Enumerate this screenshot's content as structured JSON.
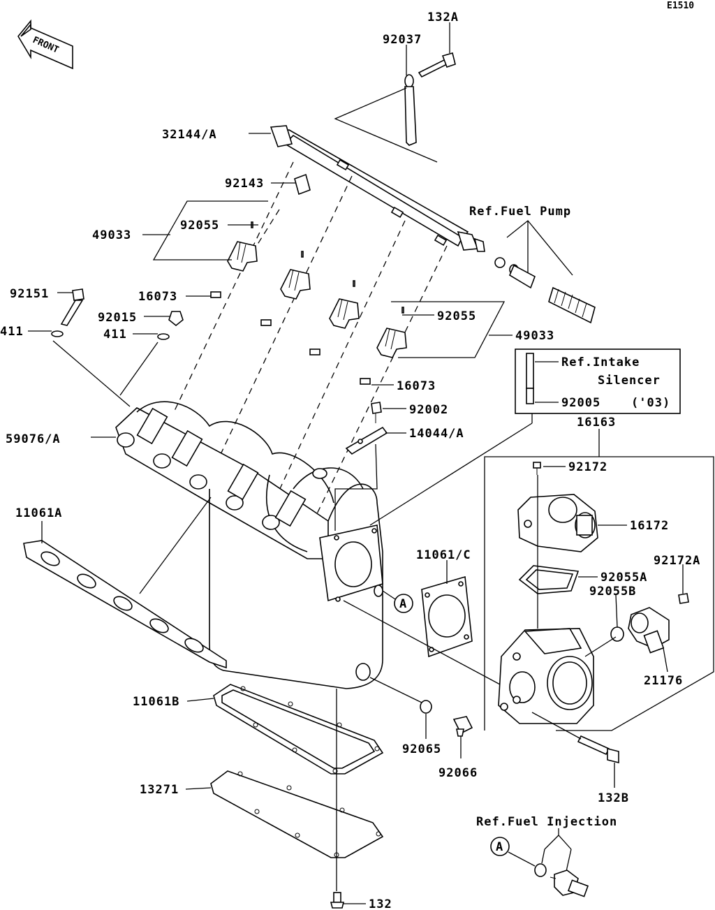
{
  "diagram_code": "E1510",
  "front_arrow": "FRONT",
  "labels": {
    "p132A": "132A",
    "p92037": "92037",
    "p32144A": "32144/A",
    "p92143": "92143",
    "p92055_left": "92055",
    "p49033_left": "49033",
    "p16073_left": "16073",
    "p92151": "92151",
    "p92015": "92015",
    "p411_left": "411",
    "p411_right": "411",
    "p92055_right": "92055",
    "p49033_right": "49033",
    "p16073_right": "16073",
    "p92002": "92002",
    "p14044A": "14044/A",
    "p59076A": "59076/A",
    "p11061A": "11061A",
    "p11061C": "11061/C",
    "p16163": "16163",
    "p92172": "92172",
    "p16172": "16172",
    "p92055A": "92055A",
    "p92172A": "92172A",
    "p92055B": "92055B",
    "p21176": "21176",
    "p11061B": "11061B",
    "p92065": "92065",
    "p92066": "92066",
    "p132B": "132B",
    "p13271": "13271",
    "p132": "132",
    "p92005": "92005"
  },
  "refs": {
    "fuel_pump": "Ref.Fuel Pump",
    "intake_line1": "Ref.Intake",
    "intake_line2": "Silencer",
    "year": "('03)",
    "fuel_injection": "Ref.Fuel Injection"
  },
  "markers": {
    "a1": "A",
    "a2": "A"
  }
}
